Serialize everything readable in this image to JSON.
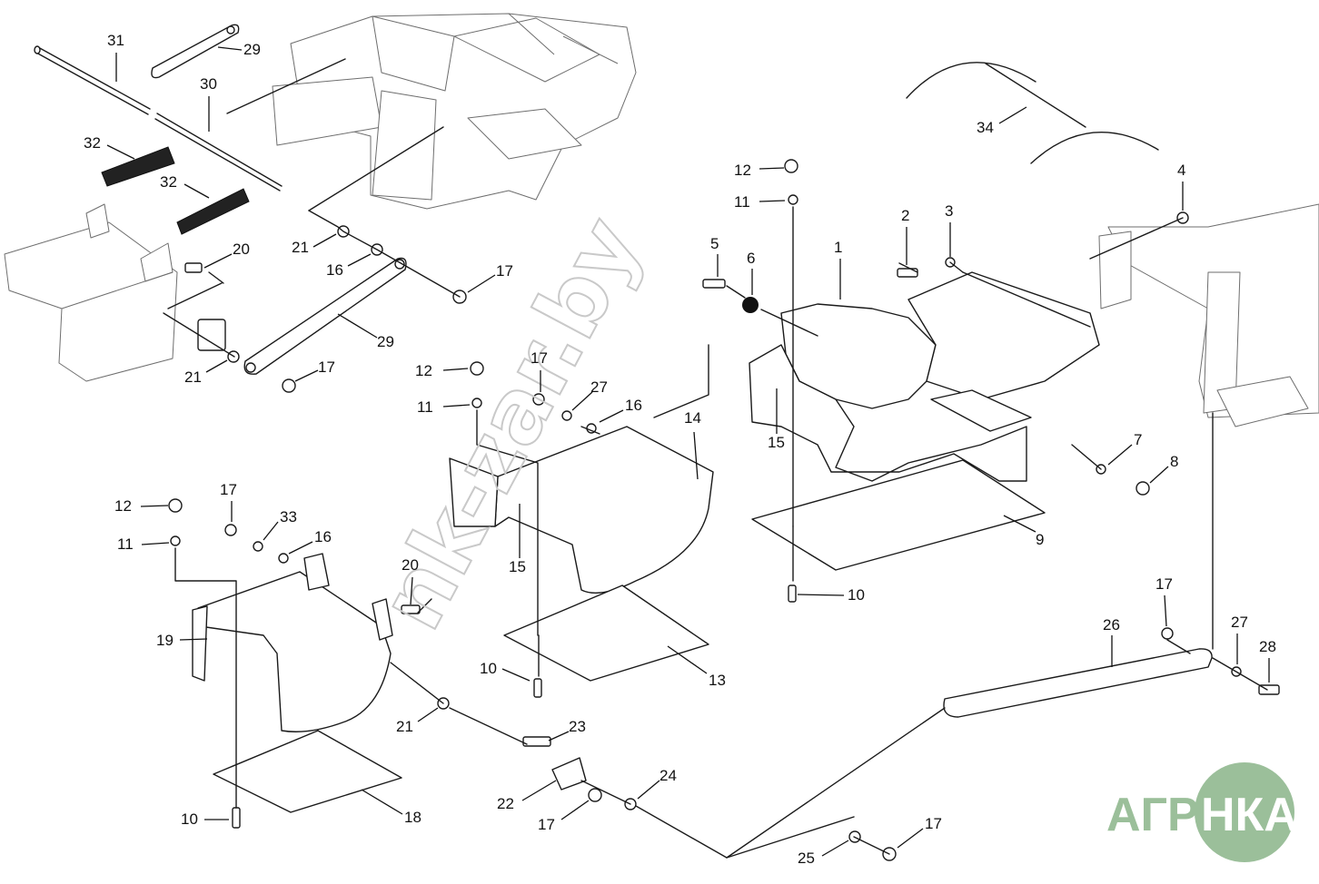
{
  "watermark": "nk-zar.by",
  "logo": {
    "left": "АГРО",
    "right": "НКА"
  },
  "callouts": [
    {
      "id": "c31a",
      "text": "31"
    },
    {
      "id": "c29a",
      "text": "29"
    },
    {
      "id": "c30",
      "text": "30"
    },
    {
      "id": "c32a",
      "text": "32"
    },
    {
      "id": "c32b",
      "text": "32"
    },
    {
      "id": "c20a",
      "text": "20"
    },
    {
      "id": "c21a",
      "text": "21"
    },
    {
      "id": "c16a",
      "text": "16"
    },
    {
      "id": "c17a",
      "text": "17"
    },
    {
      "id": "c29b",
      "text": "29"
    },
    {
      "id": "c21b",
      "text": "21"
    },
    {
      "id": "c17b",
      "text": "17"
    },
    {
      "id": "c12a",
      "text": "12"
    },
    {
      "id": "c11a",
      "text": "11"
    },
    {
      "id": "c17c",
      "text": "17"
    },
    {
      "id": "c27a",
      "text": "27"
    },
    {
      "id": "c16b",
      "text": "16"
    },
    {
      "id": "c14",
      "text": "14"
    },
    {
      "id": "c15a",
      "text": "15"
    },
    {
      "id": "c13",
      "text": "13"
    },
    {
      "id": "c10a",
      "text": "10"
    },
    {
      "id": "c12b",
      "text": "12"
    },
    {
      "id": "c11b",
      "text": "11"
    },
    {
      "id": "c17d",
      "text": "17"
    },
    {
      "id": "c33",
      "text": "33"
    },
    {
      "id": "c16c",
      "text": "16"
    },
    {
      "id": "c20b",
      "text": "20"
    },
    {
      "id": "c19",
      "text": "19"
    },
    {
      "id": "c21c",
      "text": "21"
    },
    {
      "id": "c23",
      "text": "23"
    },
    {
      "id": "c22",
      "text": "22"
    },
    {
      "id": "c17e",
      "text": "17"
    },
    {
      "id": "c24",
      "text": "24"
    },
    {
      "id": "c18",
      "text": "18"
    },
    {
      "id": "c10b",
      "text": "10"
    },
    {
      "id": "c12c",
      "text": "12"
    },
    {
      "id": "c11c",
      "text": "11"
    },
    {
      "id": "c5",
      "text": "5"
    },
    {
      "id": "c6",
      "text": "6"
    },
    {
      "id": "c1",
      "text": "1"
    },
    {
      "id": "c2",
      "text": "2"
    },
    {
      "id": "c3",
      "text": "3"
    },
    {
      "id": "c34",
      "text": "34"
    },
    {
      "id": "c4",
      "text": "4"
    },
    {
      "id": "c15b",
      "text": "15"
    },
    {
      "id": "c7",
      "text": "7"
    },
    {
      "id": "c8",
      "text": "8"
    },
    {
      "id": "c9",
      "text": "9"
    },
    {
      "id": "c10c",
      "text": "10"
    },
    {
      "id": "c26",
      "text": "26"
    },
    {
      "id": "c17f",
      "text": "17"
    },
    {
      "id": "c27b",
      "text": "27"
    },
    {
      "id": "c28",
      "text": "28"
    },
    {
      "id": "c25",
      "text": "25"
    },
    {
      "id": "c17g",
      "text": "17"
    }
  ]
}
